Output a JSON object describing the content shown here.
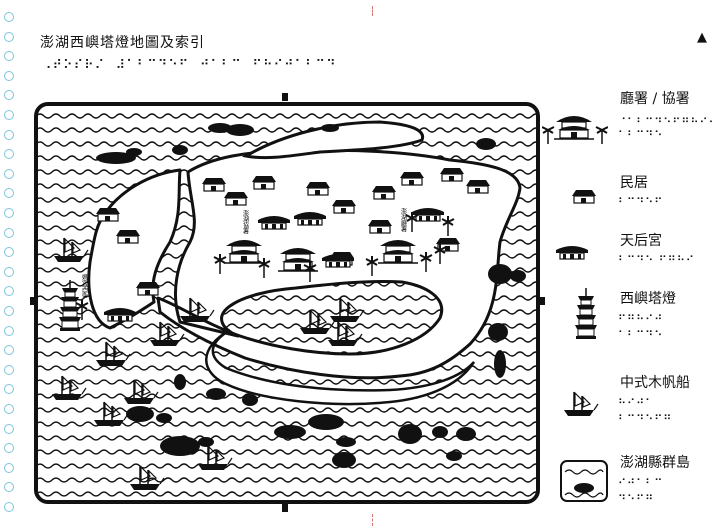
{
  "map": {
    "title": "澎湖西嶼塔燈地圖及索引",
    "title_braille": "⠠⠞⠕⠎⠗⠌⠀⠼⠁⠃⠉⠙⠑⠋⠀⠚⠁⠃⠉⠀⠋⠓⠊⠚⠁⠃⠉⠙",
    "north_arrow": "▲",
    "labels": [
      {
        "text": "澎湖協署"
      },
      {
        "text": "澎湖廳署"
      },
      {
        "text": "媽宮西衛"
      }
    ]
  },
  "legend": {
    "items": [
      {
        "icon": "government-office-icon",
        "label": "廳署 / 協署",
        "braille": "⠐⠂⠆⠒⠲⠢⠖⠶⠦⠔⠴ ⠁⠃⠉⠙⠑"
      },
      {
        "icon": "residence-icon",
        "label": "民居",
        "braille": "⠃⠉⠙⠑⠋"
      },
      {
        "icon": "temple-icon",
        "label": "天后宮",
        "braille": "⠃⠉⠙⠑ ⠋⠛⠓⠊"
      },
      {
        "icon": "lighthouse-tower-icon",
        "label": "西嶼塔燈",
        "braille": "⠋⠛⠓⠊⠚ ⠁⠃⠉⠙⠑"
      },
      {
        "icon": "chinese-sailboat-icon",
        "label": "中式木帆船",
        "braille": "⠓⠊⠚⠁ ⠃⠉⠙⠑⠋⠛"
      },
      {
        "icon": "penghu-islands-icon",
        "label": "澎湖縣群島",
        "braille": "⠊⠚⠁⠃⠉ ⠙⠑⠋⠛"
      }
    ]
  }
}
